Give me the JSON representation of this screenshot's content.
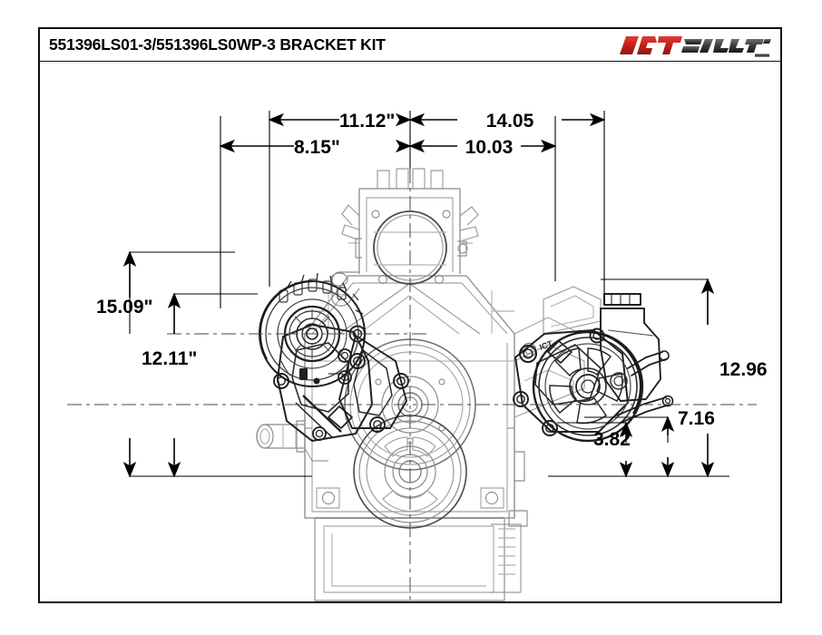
{
  "sheet": {
    "title": "551396LS01-3/551396LS0WP-3 BRACKET KIT",
    "background_color": "#ffffff",
    "border_color": "#111111"
  },
  "logo": {
    "name": "ict-billet-logo",
    "text_primary": "ICT",
    "text_secondary": "BILLET",
    "text_tertiary": "BILLET",
    "color_primary": "#cc1f1f",
    "color_secondary": "#3a3a3a"
  },
  "drawing": {
    "subject": "LS engine front accessory drive bracket kit",
    "view": "front elevation",
    "line_color": "#8c8c8c",
    "heavy_line_color": "#1a1a1a",
    "components": [
      {
        "name": "alternator",
        "label": "alternator"
      },
      {
        "name": "throttle-body",
        "label": "throttle body"
      },
      {
        "name": "intake-manifold",
        "label": "intake manifold"
      },
      {
        "name": "crank-pulley",
        "label": "crankshaft pulley"
      },
      {
        "name": "harmonic-balancer",
        "label": "harmonic balancer"
      },
      {
        "name": "power-steering-pump",
        "label": "power steering pump"
      },
      {
        "name": "ps-reservoir",
        "label": "power steering reservoir"
      },
      {
        "name": "water-pump-neck",
        "label": "water pump inlet neck"
      },
      {
        "name": "oil-pan",
        "label": "oil pan"
      },
      {
        "name": "bracket-left",
        "label": "alternator bracket"
      },
      {
        "name": "bracket-right",
        "label": "power steering bracket"
      }
    ]
  },
  "dimensions": {
    "top": [
      {
        "name": "dim-11-12",
        "value": "11.12\"",
        "side": "left",
        "row": 1
      },
      {
        "name": "dim-14-05",
        "value": "14.05",
        "side": "right",
        "row": 1
      },
      {
        "name": "dim-8-15",
        "value": "8.15\"",
        "side": "left",
        "row": 2
      },
      {
        "name": "dim-10-03",
        "value": "10.03",
        "side": "right",
        "row": 2
      }
    ],
    "left": [
      {
        "name": "dim-15-09",
        "value": "15.09\""
      },
      {
        "name": "dim-12-11",
        "value": "12.11\""
      }
    ],
    "right": [
      {
        "name": "dim-12-96",
        "value": "12.96"
      },
      {
        "name": "dim-7-16",
        "value": "7.16"
      },
      {
        "name": "dim-3-82",
        "value": "3.82"
      }
    ]
  }
}
